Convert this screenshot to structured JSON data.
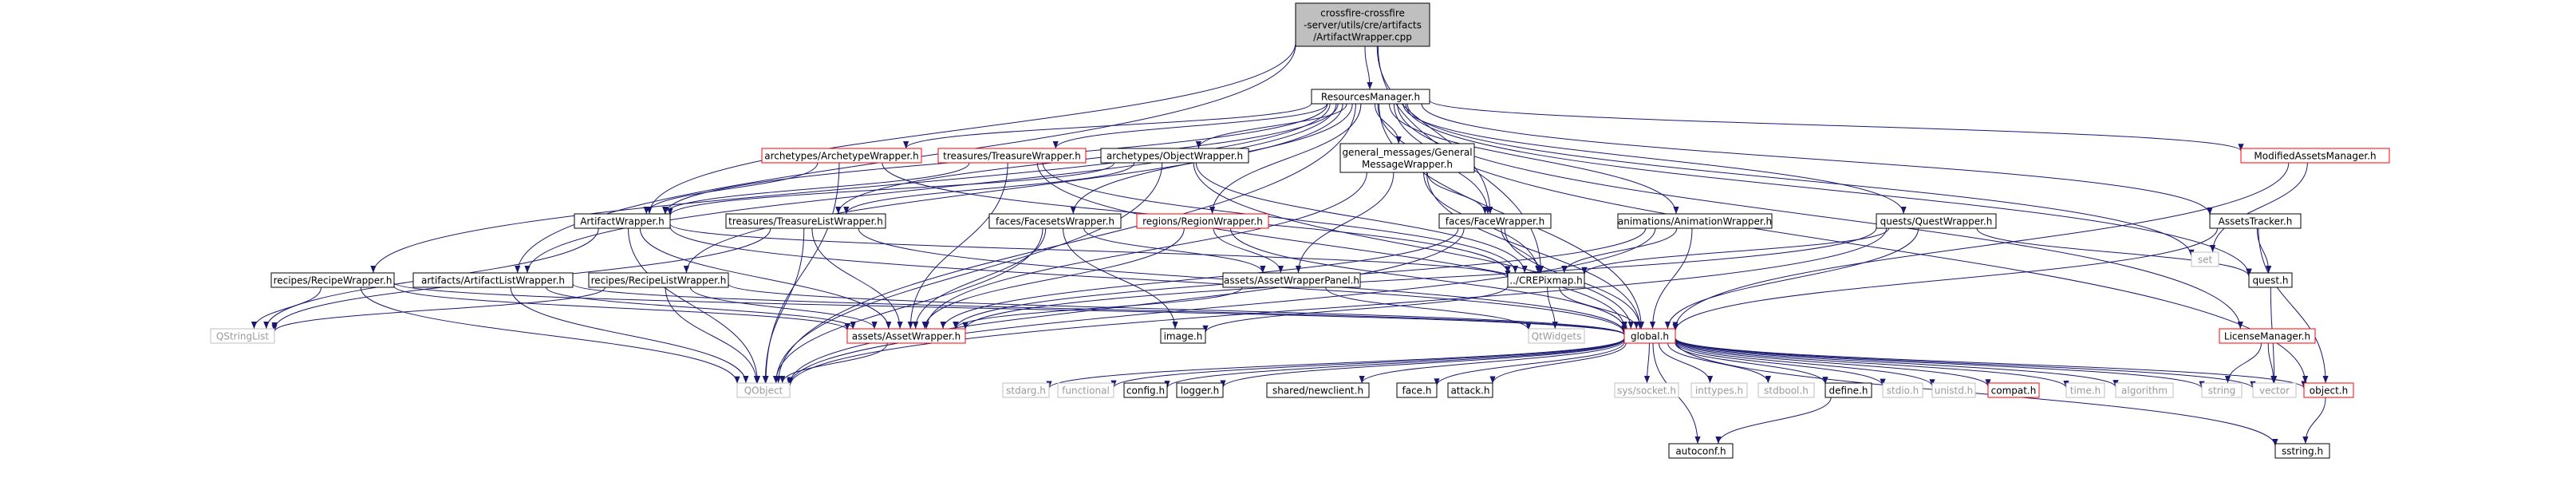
{
  "colors": {
    "edge": "#191970",
    "root_fill": "#bfbfbf",
    "node_border": "#000000",
    "red_border": "#ff0000",
    "system_border": "#bfbfbf",
    "system_text": "#9a9a9a"
  },
  "nodes": [
    {
      "id": "root",
      "kind": "root",
      "lines": [
        "crossfire-crossfire",
        "-server/utils/cre/artifacts",
        "/ArtifactWrapper.cpp"
      ]
    },
    {
      "id": "resources",
      "kind": "normal",
      "lines": [
        "ResourcesManager.h"
      ]
    },
    {
      "id": "archetype_wrap",
      "kind": "red",
      "lines": [
        "archetypes/ArchetypeWrapper.h"
      ]
    },
    {
      "id": "treasure_wrap",
      "kind": "red",
      "lines": [
        "treasures/TreasureWrapper.h"
      ]
    },
    {
      "id": "object_wrap",
      "kind": "normal",
      "lines": [
        "archetypes/ObjectWrapper.h"
      ]
    },
    {
      "id": "general_msg",
      "kind": "normal",
      "lines": [
        "general_messages/General",
        "MessageWrapper.h"
      ]
    },
    {
      "id": "modified_assets",
      "kind": "red",
      "lines": [
        "ModifiedAssetsManager.h"
      ]
    },
    {
      "id": "artifact_wrap",
      "kind": "normal",
      "lines": [
        "ArtifactWrapper.h"
      ]
    },
    {
      "id": "treasure_list",
      "kind": "normal",
      "lines": [
        "treasures/TreasureListWrapper.h"
      ]
    },
    {
      "id": "facesets",
      "kind": "normal",
      "lines": [
        "faces/FacesetsWrapper.h"
      ]
    },
    {
      "id": "region_wrap",
      "kind": "red",
      "lines": [
        "regions/RegionWrapper.h"
      ]
    },
    {
      "id": "face_wrap",
      "kind": "normal",
      "lines": [
        "faces/FaceWrapper.h"
      ]
    },
    {
      "id": "animation_wrap",
      "kind": "normal",
      "lines": [
        "animations/AnimationWrapper.h"
      ]
    },
    {
      "id": "quest_wrap",
      "kind": "normal",
      "lines": [
        "quests/QuestWrapper.h"
      ]
    },
    {
      "id": "assets_tracker",
      "kind": "normal",
      "lines": [
        "AssetsTracker.h"
      ]
    },
    {
      "id": "set",
      "kind": "grey",
      "lines": [
        "set"
      ]
    },
    {
      "id": "recipe_wrap",
      "kind": "normal",
      "lines": [
        "recipes/RecipeWrapper.h"
      ]
    },
    {
      "id": "artifact_list",
      "kind": "normal",
      "lines": [
        "artifacts/ArtifactListWrapper.h"
      ]
    },
    {
      "id": "recipe_list",
      "kind": "normal",
      "lines": [
        "recipes/RecipeListWrapper.h"
      ]
    },
    {
      "id": "asset_panel",
      "kind": "normal",
      "lines": [
        "assets/AssetWrapperPanel.h"
      ]
    },
    {
      "id": "crepixmap",
      "kind": "normal",
      "lines": [
        "../CREPixmap.h"
      ]
    },
    {
      "id": "quest_h",
      "kind": "normal",
      "lines": [
        "quest.h"
      ]
    },
    {
      "id": "qstringlist",
      "kind": "grey",
      "lines": [
        "QStringList"
      ]
    },
    {
      "id": "asset_wrap",
      "kind": "red",
      "lines": [
        "assets/AssetWrapper.h"
      ]
    },
    {
      "id": "image_h",
      "kind": "normal",
      "lines": [
        "image.h"
      ]
    },
    {
      "id": "qtwidgets",
      "kind": "grey",
      "lines": [
        "QtWidgets"
      ]
    },
    {
      "id": "global_h",
      "kind": "red",
      "lines": [
        "global.h"
      ]
    },
    {
      "id": "license_mgr",
      "kind": "red",
      "lines": [
        "LicenseManager.h"
      ]
    },
    {
      "id": "qobject",
      "kind": "grey",
      "lines": [
        "QObject"
      ]
    },
    {
      "id": "stdarg",
      "kind": "grey",
      "lines": [
        "stdarg.h"
      ]
    },
    {
      "id": "functional",
      "kind": "grey",
      "lines": [
        "functional"
      ]
    },
    {
      "id": "config_h",
      "kind": "normal",
      "lines": [
        "config.h"
      ]
    },
    {
      "id": "logger_h",
      "kind": "normal",
      "lines": [
        "logger.h"
      ]
    },
    {
      "id": "newclient_h",
      "kind": "normal",
      "lines": [
        "shared/newclient.h"
      ]
    },
    {
      "id": "face_h",
      "kind": "normal",
      "lines": [
        "face.h"
      ]
    },
    {
      "id": "attack_h",
      "kind": "normal",
      "lines": [
        "attack.h"
      ]
    },
    {
      "id": "socket_h",
      "kind": "grey",
      "lines": [
        "sys/socket.h"
      ]
    },
    {
      "id": "inttypes",
      "kind": "grey",
      "lines": [
        "inttypes.h"
      ]
    },
    {
      "id": "stdbool",
      "kind": "grey",
      "lines": [
        "stdbool.h"
      ]
    },
    {
      "id": "define_h",
      "kind": "normal",
      "lines": [
        "define.h"
      ]
    },
    {
      "id": "stdio",
      "kind": "grey",
      "lines": [
        "stdio.h"
      ]
    },
    {
      "id": "unistd",
      "kind": "grey",
      "lines": [
        "unistd.h"
      ]
    },
    {
      "id": "compat_h",
      "kind": "red",
      "lines": [
        "compat.h"
      ]
    },
    {
      "id": "time_h",
      "kind": "grey",
      "lines": [
        "time.h"
      ]
    },
    {
      "id": "algorithm",
      "kind": "grey",
      "lines": [
        "algorithm"
      ]
    },
    {
      "id": "string",
      "kind": "grey",
      "lines": [
        "string"
      ]
    },
    {
      "id": "vector",
      "kind": "grey",
      "lines": [
        "vector"
      ]
    },
    {
      "id": "object_h",
      "kind": "red",
      "lines": [
        "object.h"
      ]
    },
    {
      "id": "autoconf_h",
      "kind": "normal",
      "lines": [
        "autoconf.h"
      ]
    },
    {
      "id": "sstring_h",
      "kind": "normal",
      "lines": [
        "sstring.h"
      ]
    }
  ],
  "edges": [
    [
      "root",
      "resources"
    ],
    [
      "root",
      "artifact_wrap"
    ],
    [
      "root",
      "artifact_list"
    ],
    [
      "root",
      "face_wrap"
    ],
    [
      "root",
      "crepixmap"
    ],
    [
      "resources",
      "archetype_wrap"
    ],
    [
      "resources",
      "treasure_wrap"
    ],
    [
      "resources",
      "object_wrap"
    ],
    [
      "resources",
      "general_msg"
    ],
    [
      "resources",
      "modified_assets"
    ],
    [
      "resources",
      "artifact_wrap"
    ],
    [
      "resources",
      "treasure_list"
    ],
    [
      "resources",
      "facesets"
    ],
    [
      "resources",
      "region_wrap"
    ],
    [
      "resources",
      "face_wrap"
    ],
    [
      "resources",
      "animation_wrap"
    ],
    [
      "resources",
      "quest_wrap"
    ],
    [
      "resources",
      "assets_tracker"
    ],
    [
      "resources",
      "set"
    ],
    [
      "resources",
      "recipe_wrap"
    ],
    [
      "resources",
      "artifact_list"
    ],
    [
      "resources",
      "recipe_list"
    ],
    [
      "resources",
      "quest_h"
    ],
    [
      "resources",
      "global_h"
    ],
    [
      "resources",
      "license_mgr"
    ],
    [
      "resources",
      "qobject"
    ],
    [
      "resources",
      "object_h"
    ],
    [
      "archetype_wrap",
      "artifact_wrap"
    ],
    [
      "archetype_wrap",
      "crepixmap"
    ],
    [
      "archetype_wrap",
      "qobject"
    ],
    [
      "treasure_wrap",
      "artifact_wrap"
    ],
    [
      "treasure_wrap",
      "crepixmap"
    ],
    [
      "treasure_wrap",
      "global_h"
    ],
    [
      "treasure_wrap",
      "asset_wrap"
    ],
    [
      "object_wrap",
      "artifact_wrap"
    ],
    [
      "object_wrap",
      "treasure_list"
    ],
    [
      "object_wrap",
      "global_h"
    ],
    [
      "object_wrap",
      "qobject"
    ],
    [
      "object_wrap",
      "crepixmap"
    ],
    [
      "general_msg",
      "face_wrap"
    ],
    [
      "general_msg",
      "crepixmap"
    ],
    [
      "general_msg",
      "asset_panel"
    ],
    [
      "general_msg",
      "asset_wrap"
    ],
    [
      "general_msg",
      "global_h"
    ],
    [
      "modified_assets",
      "set"
    ],
    [
      "modified_assets",
      "global_h"
    ],
    [
      "artifact_wrap",
      "qstringlist"
    ],
    [
      "artifact_wrap",
      "asset_wrap"
    ],
    [
      "artifact_wrap",
      "global_h"
    ],
    [
      "artifact_wrap",
      "qobject"
    ],
    [
      "artifact_wrap",
      "crepixmap"
    ],
    [
      "treasure_list",
      "asset_wrap"
    ],
    [
      "treasure_list",
      "qobject"
    ],
    [
      "treasure_list",
      "global_h"
    ],
    [
      "treasure_list",
      "qstringlist"
    ],
    [
      "facesets",
      "asset_panel"
    ],
    [
      "facesets",
      "asset_wrap"
    ],
    [
      "facesets",
      "image_h"
    ],
    [
      "facesets",
      "qobject"
    ],
    [
      "region_wrap",
      "asset_panel"
    ],
    [
      "region_wrap",
      "asset_wrap"
    ],
    [
      "region_wrap",
      "global_h"
    ],
    [
      "face_wrap",
      "crepixmap"
    ],
    [
      "face_wrap",
      "asset_wrap"
    ],
    [
      "face_wrap",
      "global_h"
    ],
    [
      "face_wrap",
      "qobject"
    ],
    [
      "animation_wrap",
      "crepixmap"
    ],
    [
      "animation_wrap",
      "global_h"
    ],
    [
      "animation_wrap",
      "asset_wrap"
    ],
    [
      "animation_wrap",
      "qobject"
    ],
    [
      "quest_wrap",
      "quest_h"
    ],
    [
      "quest_wrap",
      "global_h"
    ],
    [
      "quest_wrap",
      "asset_wrap"
    ],
    [
      "quest_wrap",
      "qobject"
    ],
    [
      "quest_wrap",
      "crepixmap"
    ],
    [
      "assets_tracker",
      "quest_h"
    ],
    [
      "assets_tracker",
      "global_h"
    ],
    [
      "assets_tracker",
      "object_h"
    ],
    [
      "recipe_wrap",
      "qstringlist"
    ],
    [
      "recipe_wrap",
      "asset_wrap"
    ],
    [
      "recipe_wrap",
      "qobject"
    ],
    [
      "recipe_wrap",
      "global_h"
    ],
    [
      "artifact_list",
      "asset_wrap"
    ],
    [
      "artifact_list",
      "global_h"
    ],
    [
      "artifact_list",
      "qobject"
    ],
    [
      "recipe_list",
      "asset_wrap"
    ],
    [
      "recipe_list",
      "qstringlist"
    ],
    [
      "recipe_list",
      "qobject"
    ],
    [
      "recipe_list",
      "global_h"
    ],
    [
      "asset_panel",
      "asset_wrap"
    ],
    [
      "asset_panel",
      "qtwidgets"
    ],
    [
      "crepixmap",
      "image_h"
    ],
    [
      "crepixmap",
      "qtwidgets"
    ],
    [
      "crepixmap",
      "global_h"
    ],
    [
      "quest_h",
      "vector"
    ],
    [
      "asset_wrap",
      "qobject"
    ],
    [
      "license_mgr",
      "string"
    ],
    [
      "license_mgr",
      "vector"
    ],
    [
      "global_h",
      "stdarg"
    ],
    [
      "global_h",
      "functional"
    ],
    [
      "global_h",
      "config_h"
    ],
    [
      "global_h",
      "logger_h"
    ],
    [
      "global_h",
      "newclient_h"
    ],
    [
      "global_h",
      "face_h"
    ],
    [
      "global_h",
      "attack_h"
    ],
    [
      "global_h",
      "socket_h"
    ],
    [
      "global_h",
      "inttypes"
    ],
    [
      "global_h",
      "stdbool"
    ],
    [
      "global_h",
      "define_h"
    ],
    [
      "global_h",
      "stdio"
    ],
    [
      "global_h",
      "unistd"
    ],
    [
      "global_h",
      "compat_h"
    ],
    [
      "global_h",
      "time_h"
    ],
    [
      "global_h",
      "algorithm"
    ],
    [
      "global_h",
      "string"
    ],
    [
      "global_h",
      "vector"
    ],
    [
      "global_h",
      "object_h"
    ],
    [
      "global_h",
      "autoconf_h"
    ],
    [
      "global_h",
      "sstring_h"
    ],
    [
      "define_h",
      "autoconf_h"
    ],
    [
      "object_h",
      "sstring_h"
    ]
  ]
}
